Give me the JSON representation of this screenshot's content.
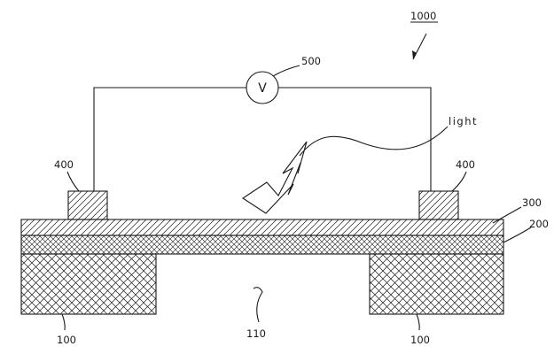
{
  "figure_number": "1000",
  "labels": {
    "substrate": "100",
    "cavity": "110",
    "layer_200": "200",
    "layer_300": "300",
    "electrode": "400",
    "voltmeter_ref": "500",
    "voltmeter_symbol": "V",
    "light": "light"
  },
  "colors": {
    "ink": "#1a1a1a",
    "background": "#ffffff"
  }
}
